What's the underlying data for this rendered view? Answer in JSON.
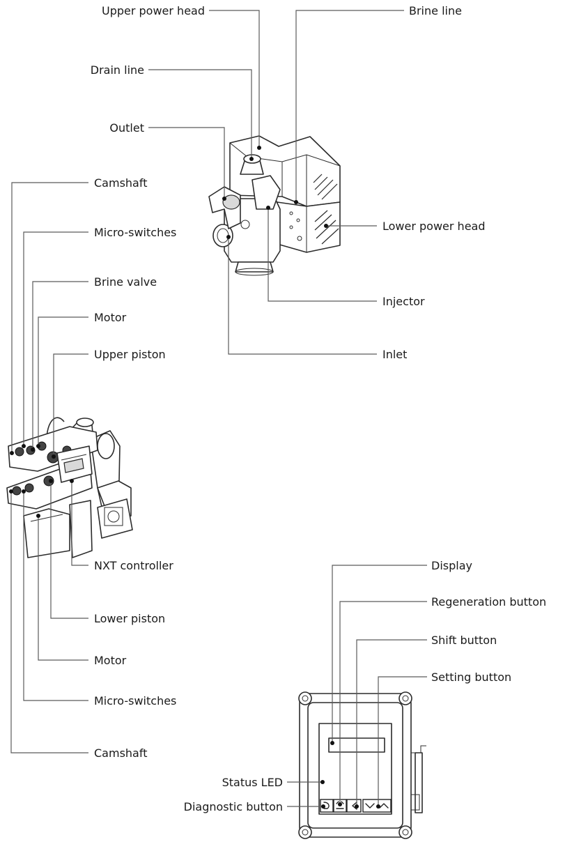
{
  "labels": {
    "upper_power_head": "Upper power head",
    "brine_line": "Brine line",
    "drain_line": "Drain line",
    "outlet": "Outlet",
    "lower_power_head": "Lower power head",
    "injector": "Injector",
    "inlet": "Inlet",
    "camshaft_top": "Camshaft",
    "micro_switches_top": "Micro-switches",
    "brine_valve": "Brine valve",
    "motor_top": "Motor",
    "upper_piston": "Upper piston",
    "nxt_controller": "NXT controller",
    "lower_piston": "Lower piston",
    "motor_bottom": "Motor",
    "micro_switches_bottom": "Micro-switches",
    "camshaft_bottom": "Camshaft",
    "display": "Display",
    "regeneration_button": "Regeneration button",
    "shift_button": "Shift button",
    "setting_button": "Setting button",
    "status_led": "Status LED",
    "diagnostic_button": "Diagnostic button"
  }
}
